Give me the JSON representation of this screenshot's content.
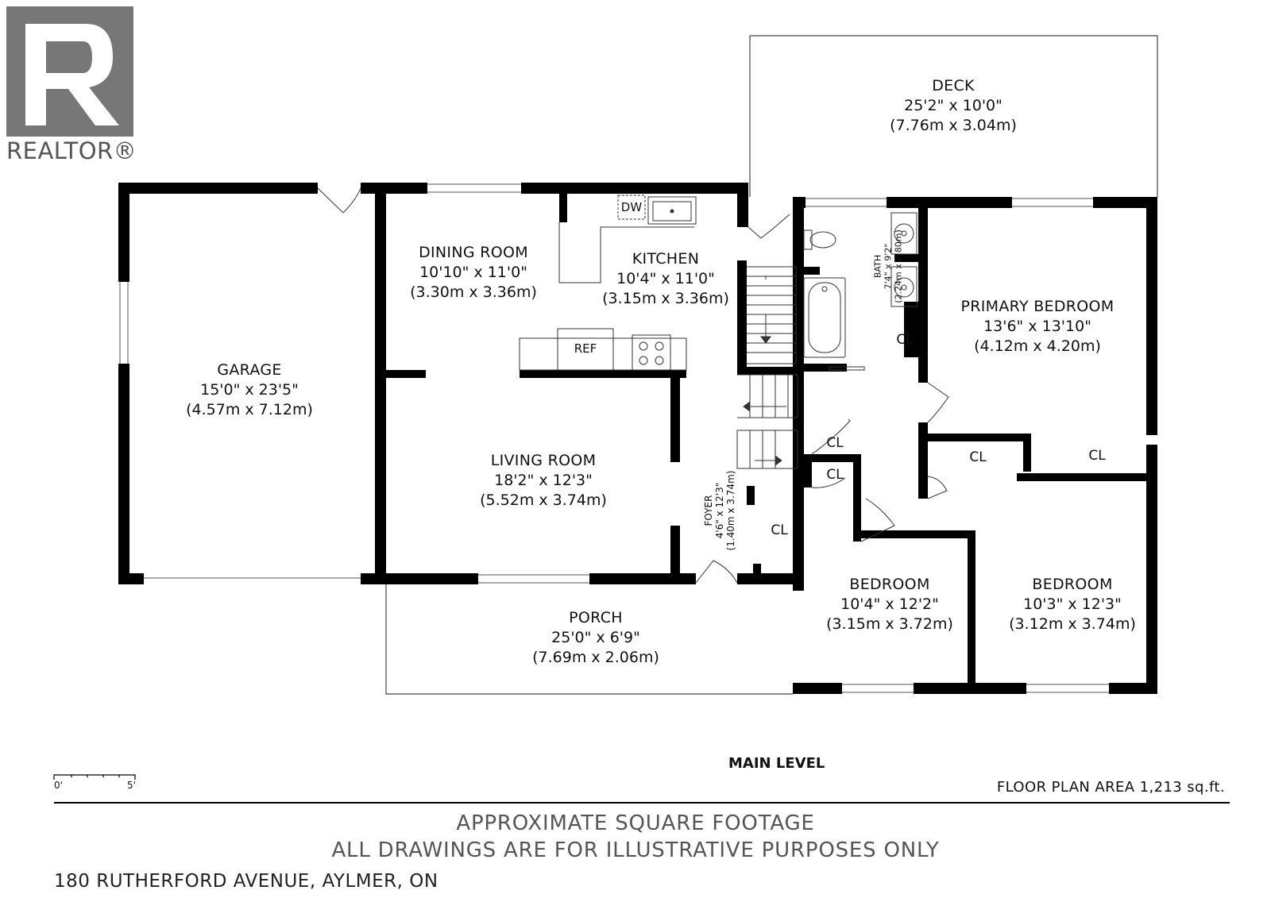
{
  "brand": {
    "logo_text": "REALTOR®",
    "logo_color": "#777777"
  },
  "rooms": {
    "deck": {
      "name": "DECK",
      "imperial": "25'2\" x 10'0\"",
      "metric": "(7.76m x 3.04m)"
    },
    "garage": {
      "name": "GARAGE",
      "imperial": "15'0\" x 23'5\"",
      "metric": "(4.57m x 7.12m)"
    },
    "dining": {
      "name": "DINING ROOM",
      "imperial": "10'10\" x 11'0\"",
      "metric": "(3.30m x 3.36m)"
    },
    "kitchen": {
      "name": "KITCHEN",
      "imperial": "10'4\" x 11'0\"",
      "metric": "(3.15m x 3.36m)"
    },
    "living": {
      "name": "LIVING ROOM",
      "imperial": "18'2\" x 12'3\"",
      "metric": "(5.52m x 3.74m)"
    },
    "primary": {
      "name": "PRIMARY BEDROOM",
      "imperial": "13'6\" x 13'10\"",
      "metric": "(4.12m x 4.20m)"
    },
    "bedroom1": {
      "name": "BEDROOM",
      "imperial": "10'4\" x 12'2\"",
      "metric": "(3.15m x 3.72m)"
    },
    "bedroom2": {
      "name": "BEDROOM",
      "imperial": "10'3\" x 12'3\"",
      "metric": "(3.12m x 3.74m)"
    },
    "porch": {
      "name": "PORCH",
      "imperial": "25'0\" x 6'9\"",
      "metric": "(7.69m x 2.06m)"
    },
    "bath": {
      "name": "BATH",
      "imperial": "7'4\" x 9'2\"",
      "metric": "(2.24m x 2.80m)"
    },
    "foyer": {
      "name": "FOYER",
      "imperial": "4'6\" x 12'3\"",
      "metric": "(1.40m x 3.74m)"
    }
  },
  "fixtures": {
    "dw": "DW",
    "ref": "REF",
    "closet": "CL"
  },
  "level": "MAIN LEVEL",
  "area": "FLOOR PLAN AREA 1,213 sq.ft.",
  "scale": {
    "start": "0'",
    "end": "5'"
  },
  "footer": {
    "line1": "APPROXIMATE SQUARE FOOTAGE",
    "line2": "ALL DRAWINGS ARE FOR ILLUSTRATIVE PURPOSES ONLY",
    "address": "180 RUTHERFORD AVENUE, AYLMER, ON"
  }
}
